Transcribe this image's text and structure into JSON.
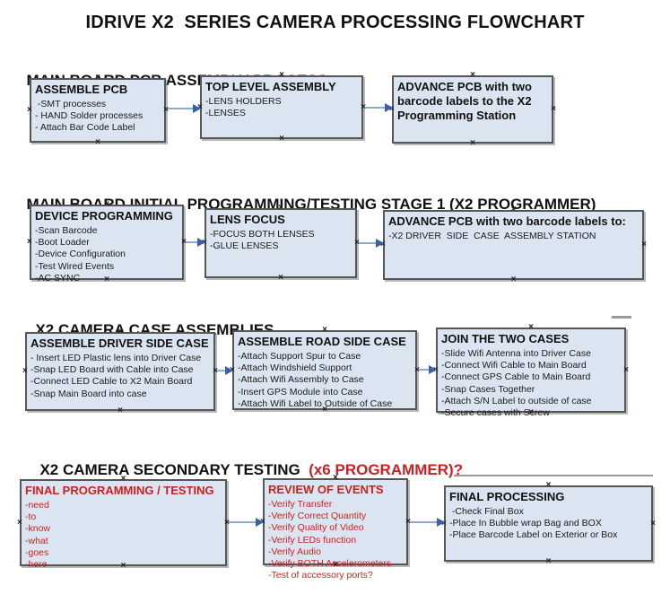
{
  "title": "IDRIVE X2  SERIES CAMERA PROCESSING FLOWCHART",
  "colors": {
    "box_fill": "#dbe5f1",
    "box_border": "#565656",
    "red_text": "#cc1f1f",
    "connector_line": "#8fa9cc",
    "connector_arrow": "#3a5fa8",
    "background": "#ffffff"
  },
  "sections": [
    {
      "heading": "MAIN BOARD PCB ASSEMBLY PROCESS",
      "boxes": [
        {
          "title": "ASSEMBLE PCB",
          "items": [
            " -SMT processes",
            "- HAND Solder processes",
            "- Attach Bar Code Label"
          ]
        },
        {
          "title": "TOP LEVEL ASSEMBLY",
          "items": [
            "-LENS HOLDERS",
            "-LENSES"
          ]
        },
        {
          "title": "ADVANCE PCB with two barcode labels to the X2 Programming Station",
          "items": []
        }
      ]
    },
    {
      "heading": "MAIN BOARD INITIAL PROGRAMMING/TESTING STAGE 1 (X2 PROGRAMMER)",
      "boxes": [
        {
          "title": "DEVICE PROGRAMMING",
          "items": [
            "-Scan Barcode",
            "-Boot Loader",
            "-Device Configuration",
            "-Test Wired Events",
            "-AC SYNC"
          ]
        },
        {
          "title": "LENS FOCUS",
          "items": [
            "-FOCUS BOTH LENSES",
            "-GLUE LENSES"
          ]
        },
        {
          "title": "ADVANCE PCB with two barcode labels to:",
          "items": [
            "-X2 DRIVER  SIDE  CASE  ASSEMBLY STATION"
          ]
        }
      ]
    },
    {
      "heading": "X2 CAMERA CASE ASSEMBLIES",
      "boxes": [
        {
          "title": "ASSEMBLE DRIVER SIDE CASE",
          "items": [
            "- Insert LED Plastic lens into Driver Case",
            "-Snap LED Board with Cable into Case",
            "-Connect LED Cable to X2 Main Board",
            "-Snap Main Board into case"
          ]
        },
        {
          "title": "ASSEMBLE ROAD SIDE CASE",
          "items": [
            "-Attach Support Spur to Case",
            "-Attach Windshield Support",
            "-Attach Wifi Assembly to Case",
            "-Insert GPS Module into Case",
            "-Attach Wifi Label to Outside of Case"
          ]
        },
        {
          "title": "JOIN THE TWO CASES",
          "items": [
            "-Slide Wifi Antenna into Driver Case",
            "-Connect Wifi Cable to Main Board",
            "-Connect GPS Cable to Main Board",
            "-Snap Cases Together",
            "-Attach S/N Label to outside of case",
            "-Secure cases with Screw"
          ]
        }
      ]
    },
    {
      "heading": "X2 CAMERA SECONDARY TESTING",
      "heading_red": "  (x6 PROGRAMMER)?",
      "boxes": [
        {
          "title": "FINAL PROGRAMMING / TESTING",
          "items": [
            "-need",
            "-to",
            "-know",
            "-what",
            "-goes",
            "-here"
          ]
        },
        {
          "title": "REVIEW OF EVENTS",
          "items": [
            "-Verify Transfer",
            "-Verify Correct Quantity",
            "-Verify Quality of Video",
            "-Verify LEDs function",
            "-Verify Audio",
            "-Verify BOTH Accelerometers",
            "-Test of accessory ports?"
          ]
        },
        {
          "title": "FINAL PROCESSING",
          "items": [
            " -Check Final Box",
            "-Place In Bubble wrap Bag and BOX",
            "-Place Barcode Label on Exterior or Box"
          ]
        }
      ]
    }
  ]
}
